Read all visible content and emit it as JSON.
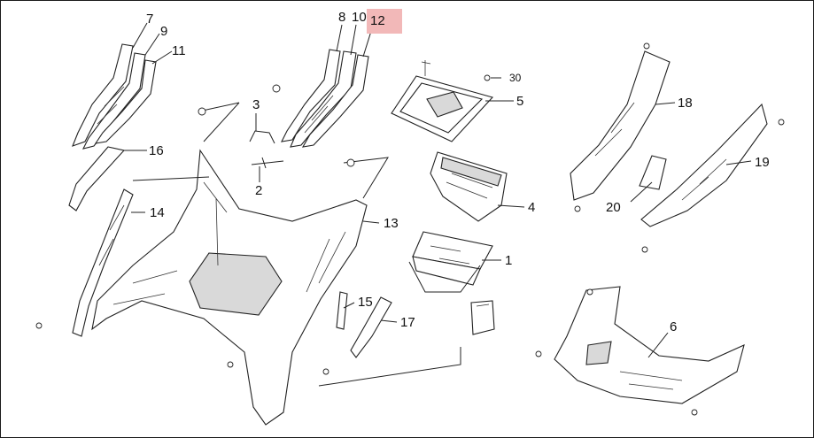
{
  "callouts": {
    "c7": "7",
    "c9": "9",
    "c11": "11",
    "c8": "8",
    "c10": "10",
    "c12": "12",
    "c30": "30",
    "c5": "5",
    "c18": "18",
    "c3": "3",
    "c16": "16",
    "c2": "2",
    "c4": "4",
    "c19": "19",
    "c20": "20",
    "c14": "14",
    "c13": "13",
    "c1": "1",
    "c6": "6",
    "c15": "15",
    "c17": "17"
  },
  "colors": {
    "highlight": "#f2b8b8",
    "line": "#222222",
    "background": "#ffffff"
  }
}
